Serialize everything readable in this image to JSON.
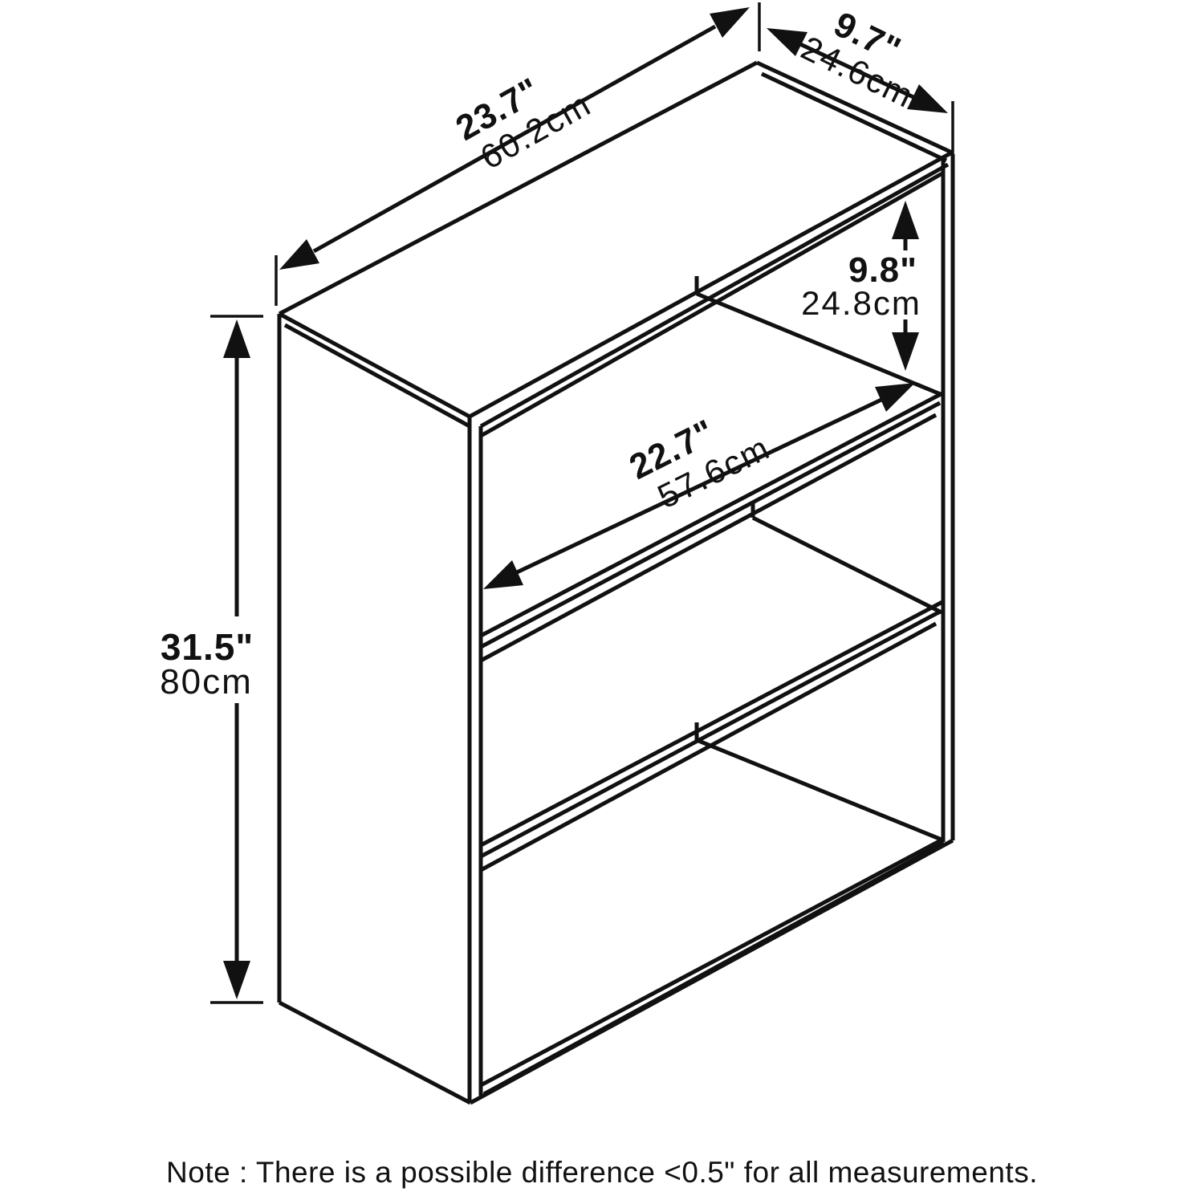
{
  "diagram": {
    "title": "bookcase-dimension-diagram",
    "colors": {
      "line": "#111111",
      "background": "#ffffff"
    },
    "dimensions": {
      "outer_width": {
        "inches": "23.7\"",
        "cm": "60.2cm"
      },
      "outer_depth": {
        "inches": "9.7\"",
        "cm": "24.6cm"
      },
      "shelf_opening": {
        "inches": "9.8\"",
        "cm": "24.8cm"
      },
      "inner_width": {
        "inches": "22.7\"",
        "cm": "57.6cm"
      },
      "outer_height": {
        "inches": "31.5\"",
        "cm": "80cm"
      }
    },
    "note": "Note : There is a possible difference <0.5\" for all measurements."
  }
}
